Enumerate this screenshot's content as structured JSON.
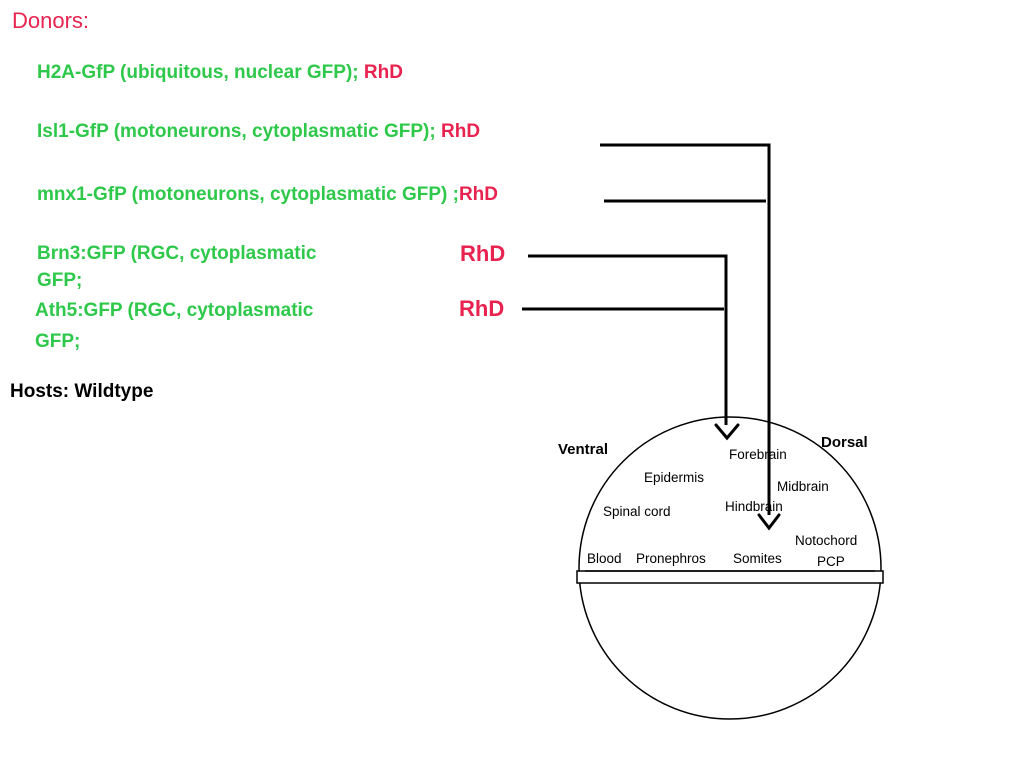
{
  "donors_title": "Donors:",
  "donors": [
    {
      "label": "H2A-GfP (ubiquitous, nuclear GFP);",
      "marker": "RhD"
    },
    {
      "label": "Isl1-GfP (motoneurons, cytoplasmatic GFP);",
      "marker": "RhD"
    },
    {
      "label": "mnx1-GfP (motoneurons, cytoplasmatic GFP) ;",
      "marker": "RhD"
    },
    {
      "label_line1": "Brn3:GFP (RGC, cytoplasmatic",
      "label_line2": "GFP;",
      "marker": "RhD"
    },
    {
      "label_line1": "Ath5:GFP (RGC, cytoplasmatic",
      "label_line2": "GFP;",
      "marker": "RhD"
    }
  ],
  "hosts_label": "Hosts: Wildtype",
  "embryo": {
    "ventral": "Ventral",
    "dorsal": "Dorsal",
    "regions": {
      "forebrain": "Forebrain",
      "epidermis": "Epidermis",
      "midbrain": "Midbrain",
      "spinal_cord": "Spinal cord",
      "hindbrain": "Hindbrain",
      "notochord": "Notochord",
      "pcp": "PCP",
      "blood": "Blood",
      "pronephros": "Pronephros",
      "somites": "Somites"
    }
  },
  "colors": {
    "donor_text": "#2ec84a",
    "accent": "#e8234f",
    "line": "#000000"
  }
}
